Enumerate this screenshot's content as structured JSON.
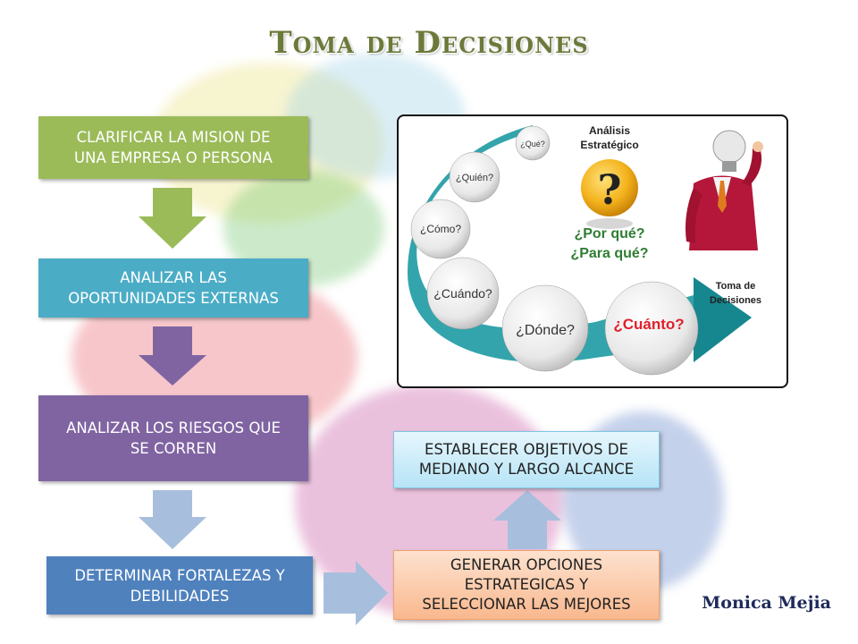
{
  "title": "Toma de Decisiones",
  "steps": [
    {
      "line1": "CLARIFICAR LA MISION DE",
      "line2": "UNA EMPRESA O PERSONA",
      "color": "#9bbb59"
    },
    {
      "line1": "ANALIZAR LAS",
      "line2": "OPORTUNIDADES EXTERNAS",
      "color": "#4bacc6"
    },
    {
      "line1": "ANALIZAR LOS RIESGOS QUE",
      "line2": "SE CORREN",
      "color": "#8064a2"
    },
    {
      "line1": "DETERMINAR FORTALEZAS Y",
      "line2": "DEBILIDADES",
      "color": "#4f81bd"
    }
  ],
  "options_box": {
    "line1": "GENERAR OPCIONES",
    "line2": "ESTRATEGICAS  Y",
    "line3": "SELECCIONAR LAS MEJORES"
  },
  "objectives_box": {
    "line1": "ESTABLECER OBJETIVOS DE",
    "line2": "MEDIANO Y LARGO ALCANCE"
  },
  "diagram": {
    "header_line1": "Análisis",
    "header_line2": "Estratégico",
    "center_line1": "¿Por qué?",
    "center_line2": "¿Para qué?",
    "arrow_label_line1": "Toma de",
    "arrow_label_line2": "Decisiones",
    "bubbles": [
      "¿Qué?",
      "¿Quién?",
      "¿Cómo?",
      "¿Cuándo?",
      "¿Dónde?",
      "¿Cuánto?"
    ]
  },
  "author": "Monica Mejia",
  "colors": {
    "title": "#6b7a3a",
    "arrow_green": "#9bbb59",
    "arrow_purple": "#8064a2",
    "arrow_blue": "#a7bfdd",
    "question_red": "#e0202a",
    "question_green": "#2e7d32"
  }
}
